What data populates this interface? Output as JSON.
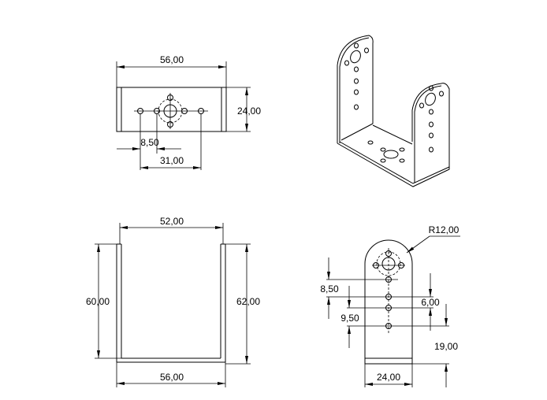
{
  "top_view": {
    "width": "56,00",
    "height": "24,00",
    "hole_offset": "8,50",
    "hole_span": "31,00"
  },
  "front_view": {
    "inner_width": "52,00",
    "left_height": "60,00",
    "right_height": "62,00",
    "outer_width": "56,00"
  },
  "side_view": {
    "radius": "R12,00",
    "offset_a": "8,50",
    "offset_b": "6,00",
    "offset_c": "9,50",
    "bottom_height": "19,00",
    "width": "24,00"
  }
}
